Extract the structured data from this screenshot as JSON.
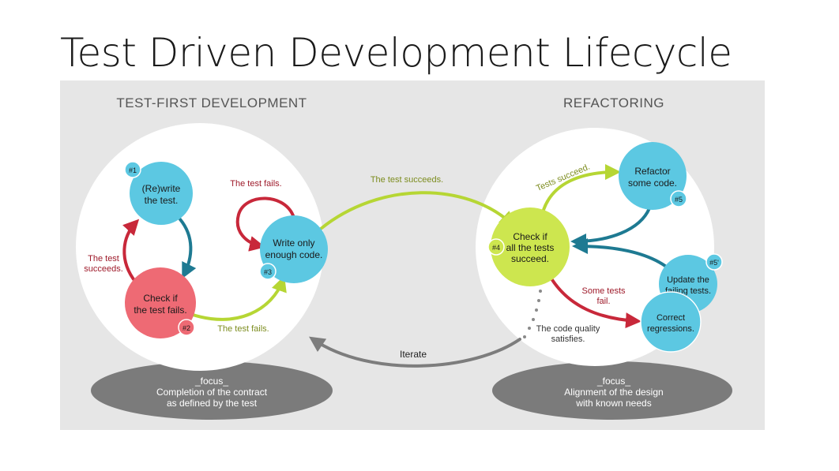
{
  "title": "Test Driven Development Lifecycle",
  "left_section": {
    "heading": "TEST-FIRST DEVELOPMENT",
    "focus_label": "_focus_",
    "focus_lines": [
      "Completion of the contract",
      "as defined by the test"
    ]
  },
  "right_section": {
    "heading": "REFACTORING",
    "focus_label": "_focus_",
    "focus_lines": [
      "Alignment of the design",
      "with known needs"
    ]
  },
  "nodes": {
    "rewrite": {
      "lines": [
        "(Re)write",
        "the test."
      ],
      "badge": "#1"
    },
    "check_fail": {
      "lines": [
        "Check if",
        "the test fails."
      ],
      "badge": "#2"
    },
    "write_code": {
      "lines": [
        "Write only",
        "enough code."
      ],
      "badge": "#3"
    },
    "check_all": {
      "lines": [
        "Check if",
        "all the tests",
        "succeed."
      ],
      "badge": "#4"
    },
    "refactor": {
      "lines": [
        "Refactor",
        "some code."
      ],
      "badge": "#5"
    },
    "update": {
      "lines": [
        "Update the",
        "failing tests."
      ],
      "badge": "#5'"
    },
    "correct": {
      "lines": [
        "Correct",
        "regressions."
      ]
    }
  },
  "edge_labels": {
    "test_succeeds_left": [
      "The test",
      "succeeds."
    ],
    "test_fails_top": "The test fails.",
    "test_fails_bottom": "The test fails.",
    "test_succeeds_bridge": "The test succeeds.",
    "tests_succeed": "Tests succeed.",
    "some_tests_fail": [
      "Some tests",
      "fail."
    ],
    "code_quality": [
      "The code quality",
      "satisfies."
    ],
    "iterate": "Iterate"
  },
  "colors": {
    "panel_bg": "#e6e6e6",
    "blue_node": "#5cc8e2",
    "red_node": "#ee6a74",
    "green_node": "#cde64f",
    "red_arrow": "#c8283a",
    "teal_arrow": "#1e7a92",
    "green_arrow": "#b6d634",
    "gray_arrow": "#7d7d7d",
    "focus_ellipse": "#7b7b7b",
    "heading_text": "#555555",
    "red_text": "#9e1a2a",
    "green_text": "#7c8c1e"
  }
}
